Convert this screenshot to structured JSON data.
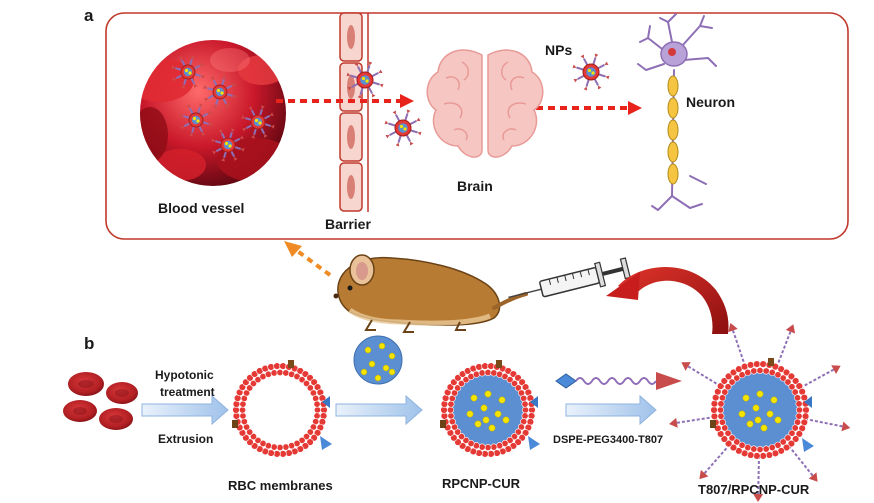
{
  "panel_a": {
    "tag": "a",
    "labels": {
      "blood_vessel": "Blood vessel",
      "barrier": "Barrier",
      "brain": "Brain",
      "nps": "NPs",
      "neuron": "Neuron"
    }
  },
  "panel_b": {
    "tag": "b",
    "labels": {
      "hypotonic": "Hypotonic",
      "treatment": "treatment",
      "extrusion": "Extrusion",
      "rbc_membranes": "RBC membranes",
      "rpcnp_cur": "RPCNP-CUR",
      "dspe": "DSPE-PEG3400-T807",
      "t807": "T807/RPCNP-CUR"
    }
  },
  "colors": {
    "frame": "#c0392b",
    "rbc": "#e53935",
    "core": "#5b8fd1",
    "drug": "#f5e400",
    "ligand": "#c94c4c",
    "peg": "#8e6fb5",
    "dotted_arrow_red": "#e8231b",
    "dotted_arrow_orange": "#f08a24",
    "mouse": "#b77b33",
    "process_arrow": "#aac8ec"
  }
}
